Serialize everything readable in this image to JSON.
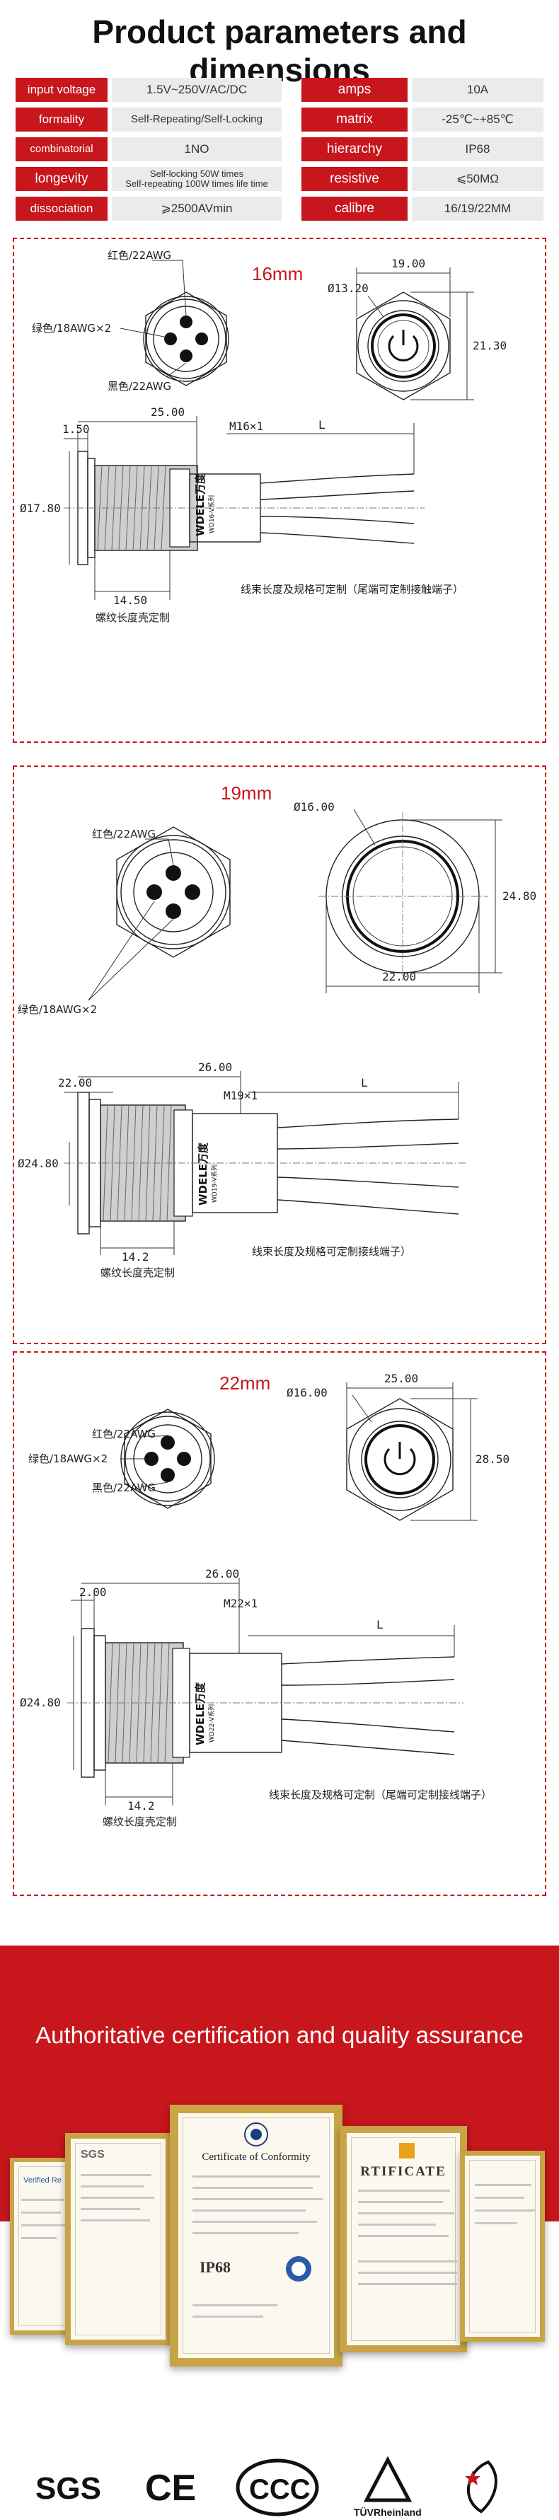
{
  "header": {
    "title": "Product parameters and dimensions"
  },
  "params": [
    {
      "l_label": "input voltage",
      "l_value": "1.5V~250V/AC/DC",
      "r_label": "amps",
      "r_value": "10A"
    },
    {
      "l_label": "formality",
      "l_value": "Self-Repeating/Self-Locking",
      "r_label": "matrix",
      "r_value": "-25℃~+85℃"
    },
    {
      "l_label": "combinatorial",
      "l_value": "1NO",
      "r_label": "hierarchy",
      "r_value": "IP68"
    },
    {
      "l_label": "longevity",
      "l_value": "Self-locking 50W times\nSelf-repeating 100W times life time",
      "r_label": "resistive",
      "r_value": "⩽50MΩ"
    },
    {
      "l_label": "dissociation",
      "l_value": "⩾2500AVmin",
      "r_label": "calibre",
      "r_value": "16/19/22MM"
    }
  ],
  "panel16": {
    "title": "16mm",
    "wire_red": "红色/22AWG",
    "wire_green": "绿色/18AWG×2",
    "wire_black": "黑色/22AWG",
    "d_hole": "Ø13.20",
    "d_width": "19.00",
    "d_height": "21.30",
    "d_head": "1.50",
    "d_length": "25.00",
    "d_thread": "M16×1",
    "d_L": "L",
    "d_dia": "Ø17.80",
    "d_thread_len": "14.50",
    "thread_note": "螺纹长度壳定制",
    "wire_note": "线束长度及规格可定制（尾端可定制接触端子）",
    "brand": "WDELE万度",
    "brand_sub": "WD16-V系列"
  },
  "panel19": {
    "title": "19mm",
    "wire_red": "红色/22AWG",
    "wire_green": "绿色/18AWG×2",
    "d_hole": "Ø16.00",
    "d_height": "24.80",
    "d_width": "22.00",
    "d_length": "26.00",
    "d_head": "22.00",
    "d_thread": "M19×1",
    "d_L": "L",
    "d_dia": "Ø24.80",
    "d_thread_len": "14.2",
    "thread_note": "螺纹长度壳定制",
    "wire_note": "线束长度及规格可定制接线端子）",
    "brand": "WDELE万度",
    "brand_sub": "WD19-V系列"
  },
  "panel22": {
    "title": "22mm",
    "wire_red": "红色/22AWG",
    "wire_green": "绿色/18AWG×2",
    "wire_black": "黑色/22AWG",
    "d_hole": "Ø16.00",
    "d_width": "25.00",
    "d_height": "28.50",
    "d_head": "2.00",
    "d_length": "26.00",
    "d_thread": "M22×1",
    "d_L": "L",
    "d_dia": "Ø24.80",
    "d_thread_len": "14.2",
    "thread_note": "螺纹长度壳定制",
    "wire_note": "线束长度及规格可定制（尾端可定制接线端子）",
    "brand": "WDELE万度",
    "brand_sub": "WD22-V系列"
  },
  "certification": {
    "title": "Authoritative certification and quality assurance",
    "center_doc_title": "Certificate of Conformity",
    "center_doc_mark": "IP68",
    "right_doc_title": "RTIFICATE",
    "left_doc_title": "SGS",
    "far_left_title": "Verified Re"
  },
  "logos": {
    "sgs": "SGS",
    "ce": "CE",
    "ccc": "CCC",
    "tuv": "TÜVRheinland"
  },
  "colors": {
    "accent": "#c8161d",
    "label_bg": "#c8161d",
    "value_bg": "#ebebeb",
    "frame_gold": "#c9a447"
  }
}
